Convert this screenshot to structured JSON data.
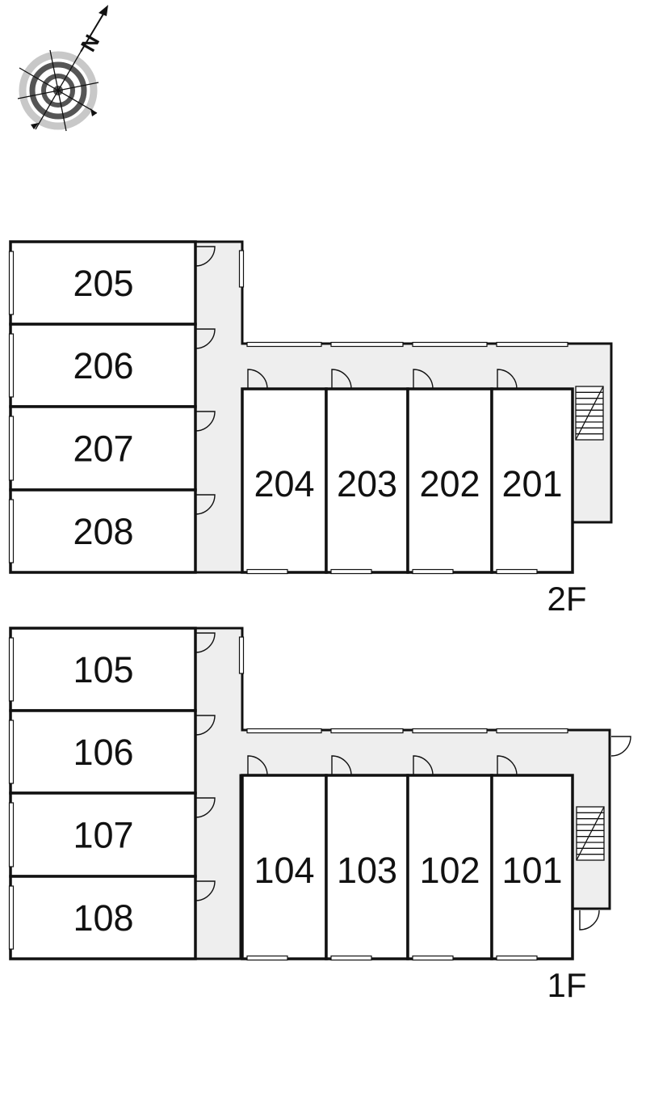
{
  "compass": {
    "north_label": "N",
    "icon": "compass-rose-icon"
  },
  "floors": [
    {
      "id": "2F",
      "label": "2F",
      "left_rooms": [
        "205",
        "206",
        "207",
        "208"
      ],
      "right_rooms": [
        "204",
        "203",
        "202",
        "201"
      ]
    },
    {
      "id": "1F",
      "label": "1F",
      "left_rooms": [
        "105",
        "106",
        "107",
        "108"
      ],
      "right_rooms": [
        "104",
        "103",
        "102",
        "101"
      ]
    }
  ],
  "colors": {
    "wall": "#111111",
    "corridor": "#eeeeee",
    "compass_light": "#c8c8c8",
    "compass_dark": "#555555"
  }
}
